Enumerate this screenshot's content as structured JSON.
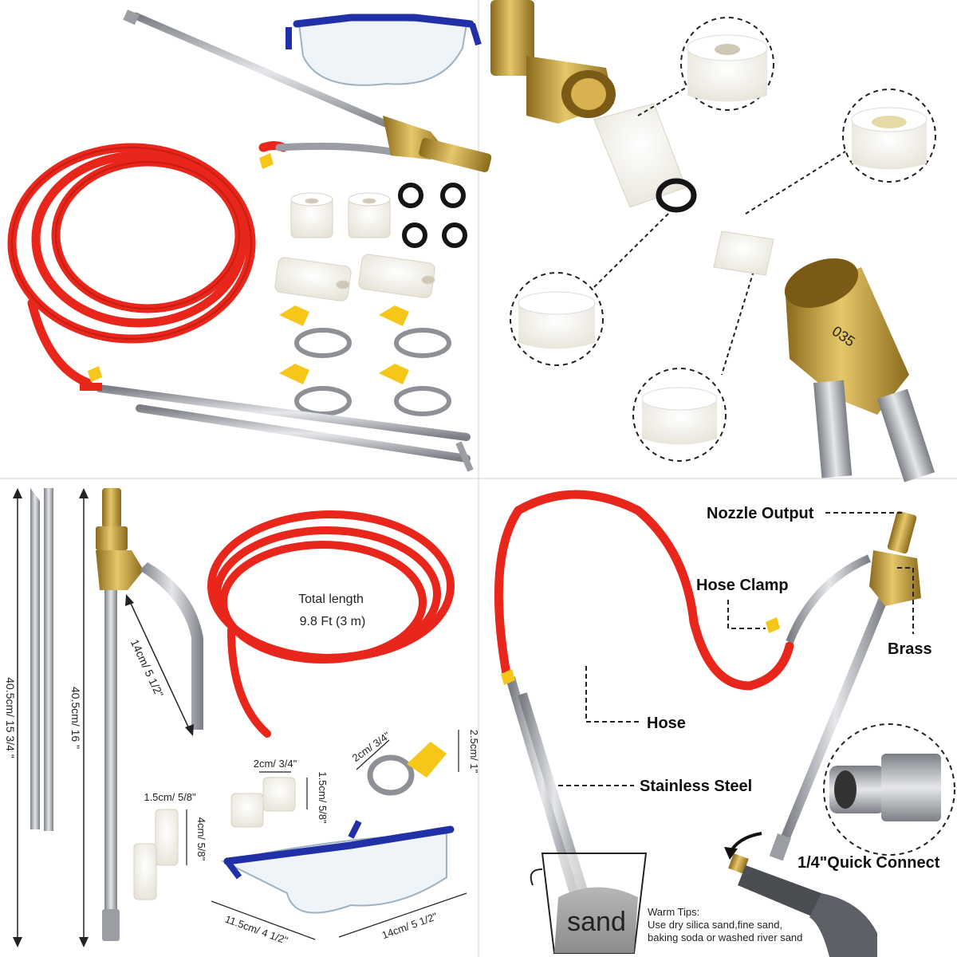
{
  "colors": {
    "hose_red": "#e8261b",
    "hose_shadow": "#b3170f",
    "brass": "#c9a23a",
    "brass_dark": "#8a6a1c",
    "steel": "#b9bcc0",
    "steel_dark": "#7b7f85",
    "goggle_blue": "#2230a8",
    "filter_white": "#f4f2ec",
    "clamp_yellow": "#f6c619",
    "oring_black": "#151515"
  },
  "center_panel": {
    "total_length_label": "Total length",
    "total_length_value": "9.8 Ft (3 m)"
  },
  "dimensions": {
    "rod_left": "40.5cm/ 15 3/4 \"",
    "wand_length": "40.5cm/ 16 \"",
    "bend_length": "14cm/ 5 1/2\"",
    "filter_small_w": "2cm/ 3/4\"",
    "filter_small_h": "1.5cm/ 5/8\"",
    "filter_long_w": "1.5cm/ 5/8\"",
    "filter_long_h": "4cm/ 5/8\"",
    "clamp_w": "2cm/ 3/4\"",
    "clamp_h": "2.5cm/ 1\"",
    "goggles_w": "11.5cm/ 4 1/2\"",
    "goggles_l": "14cm/ 5 1/2\""
  },
  "callouts": {
    "nozzle_output": "Nozzle Output",
    "hose_clamp": "Hose Clamp",
    "brass": "Brass",
    "hose": "Hose",
    "stainless_steel": "Stainless Steel",
    "quick_connect": "1/4\"Quick Connect"
  },
  "bucket_label": "sand",
  "warm_tips": {
    "title": "Warm Tips:",
    "line1": "Use dry silica sand,fine sand,",
    "line2": "baking soda or washed river sand"
  },
  "fitting_stamp": "035"
}
